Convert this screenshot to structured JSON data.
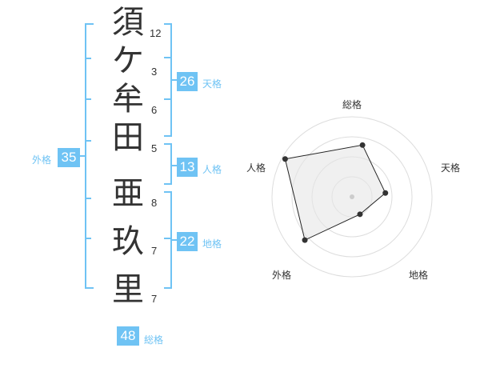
{
  "name": {
    "chars": [
      "須",
      "ケ",
      "牟",
      "田",
      "亜",
      "玖",
      "里"
    ],
    "strokes": [
      "12",
      "3",
      "6",
      "5",
      "8",
      "7",
      "7"
    ]
  },
  "fortunes": {
    "tenkaku": {
      "value": "26",
      "label": "天格"
    },
    "jinkaku": {
      "value": "13",
      "label": "人格"
    },
    "chikaku": {
      "value": "22",
      "label": "地格"
    },
    "gaikaku": {
      "value": "35",
      "label": "外格"
    },
    "soukaku": {
      "value": "48",
      "label": "総格"
    }
  },
  "radar": {
    "axes": [
      "総格",
      "天格",
      "地格",
      "外格",
      "人格"
    ],
    "values": [
      0.66,
      0.42,
      0.24,
      0.8,
      0.96
    ],
    "rings": 4
  },
  "colors": {
    "accent": "#6fc3f4",
    "text": "#333333",
    "radar_fill": "#f2f2f2",
    "radar_ring": "#dddddd"
  }
}
